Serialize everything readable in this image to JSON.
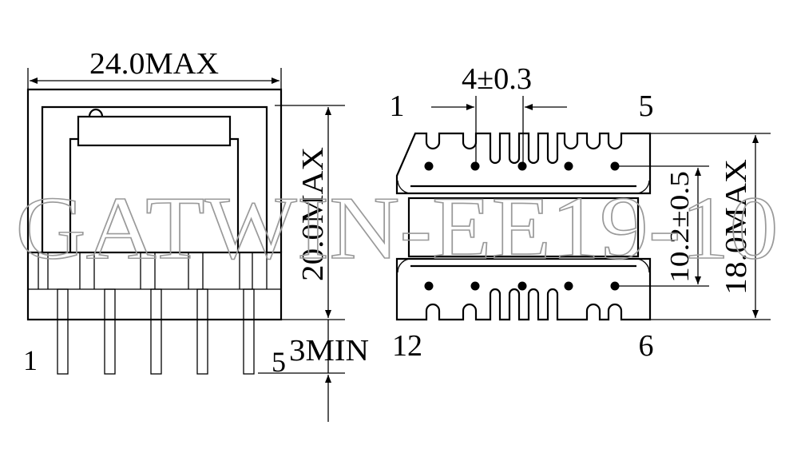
{
  "watermark": "GATWIN-EE19-10",
  "side_view": {
    "width_label": "24.0MAX",
    "height_label": "20.0MAX",
    "pin_length_label": "3MIN",
    "pin_first": "1",
    "pin_last": "5"
  },
  "top_view": {
    "pitch_label": "4±0.3",
    "core_label": "10.2±0.5",
    "depth_label": "18.0MAX",
    "pin_top_left": "1",
    "pin_top_right": "5",
    "pin_bottom_left": "12",
    "pin_bottom_right": "6"
  },
  "colors": {
    "line": "#000000",
    "watermark": "#9a9a9a",
    "background": "#ffffff"
  }
}
